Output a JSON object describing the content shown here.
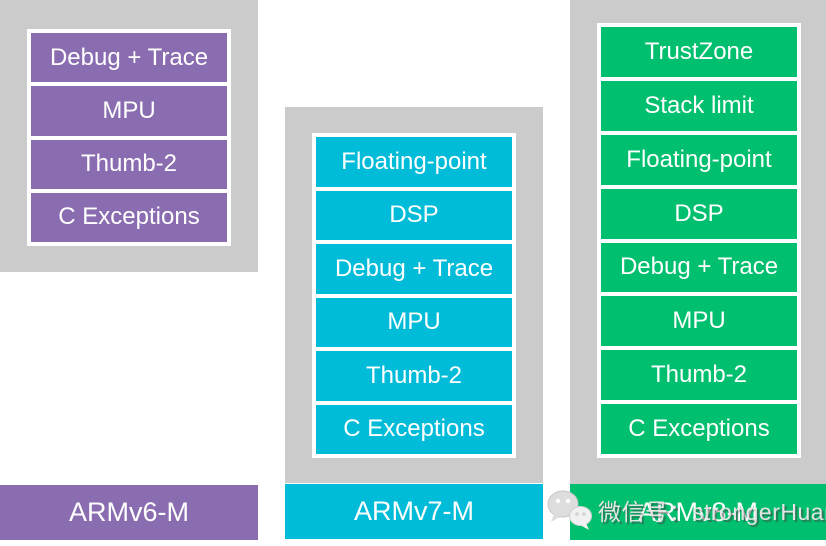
{
  "columns": [
    {
      "label": "ARMv6-M",
      "color": "#8a6cb0",
      "features": [
        "Debug + Trace",
        "MPU",
        "Thumb-2",
        "C Exceptions"
      ]
    },
    {
      "label": "ARMv7-M",
      "color": "#00bcd8",
      "features": [
        "Floating-point",
        "DSP",
        "Debug + Trace",
        "MPU",
        "Thumb-2",
        "C Exceptions"
      ]
    },
    {
      "label": "ARMv8-M",
      "color": "#00bf6e",
      "features": [
        "TrustZone",
        "Stack limit",
        "Floating-point",
        "DSP",
        "Debug + Trace",
        "MPU",
        "Thumb-2",
        "C Exceptions"
      ]
    }
  ],
  "watermark": {
    "icon": "wechat-icon",
    "text": "微信号：strongerHuang"
  },
  "colors": {
    "canvas": "#ffffff",
    "panel_gray": "#cbcbcb",
    "box_border": "#ffffff",
    "text": "#ffffff",
    "armv6m_purple": "#8a6cb0",
    "armv7m_cyan": "#00bcd8",
    "armv8m_green": "#00bf6e"
  }
}
